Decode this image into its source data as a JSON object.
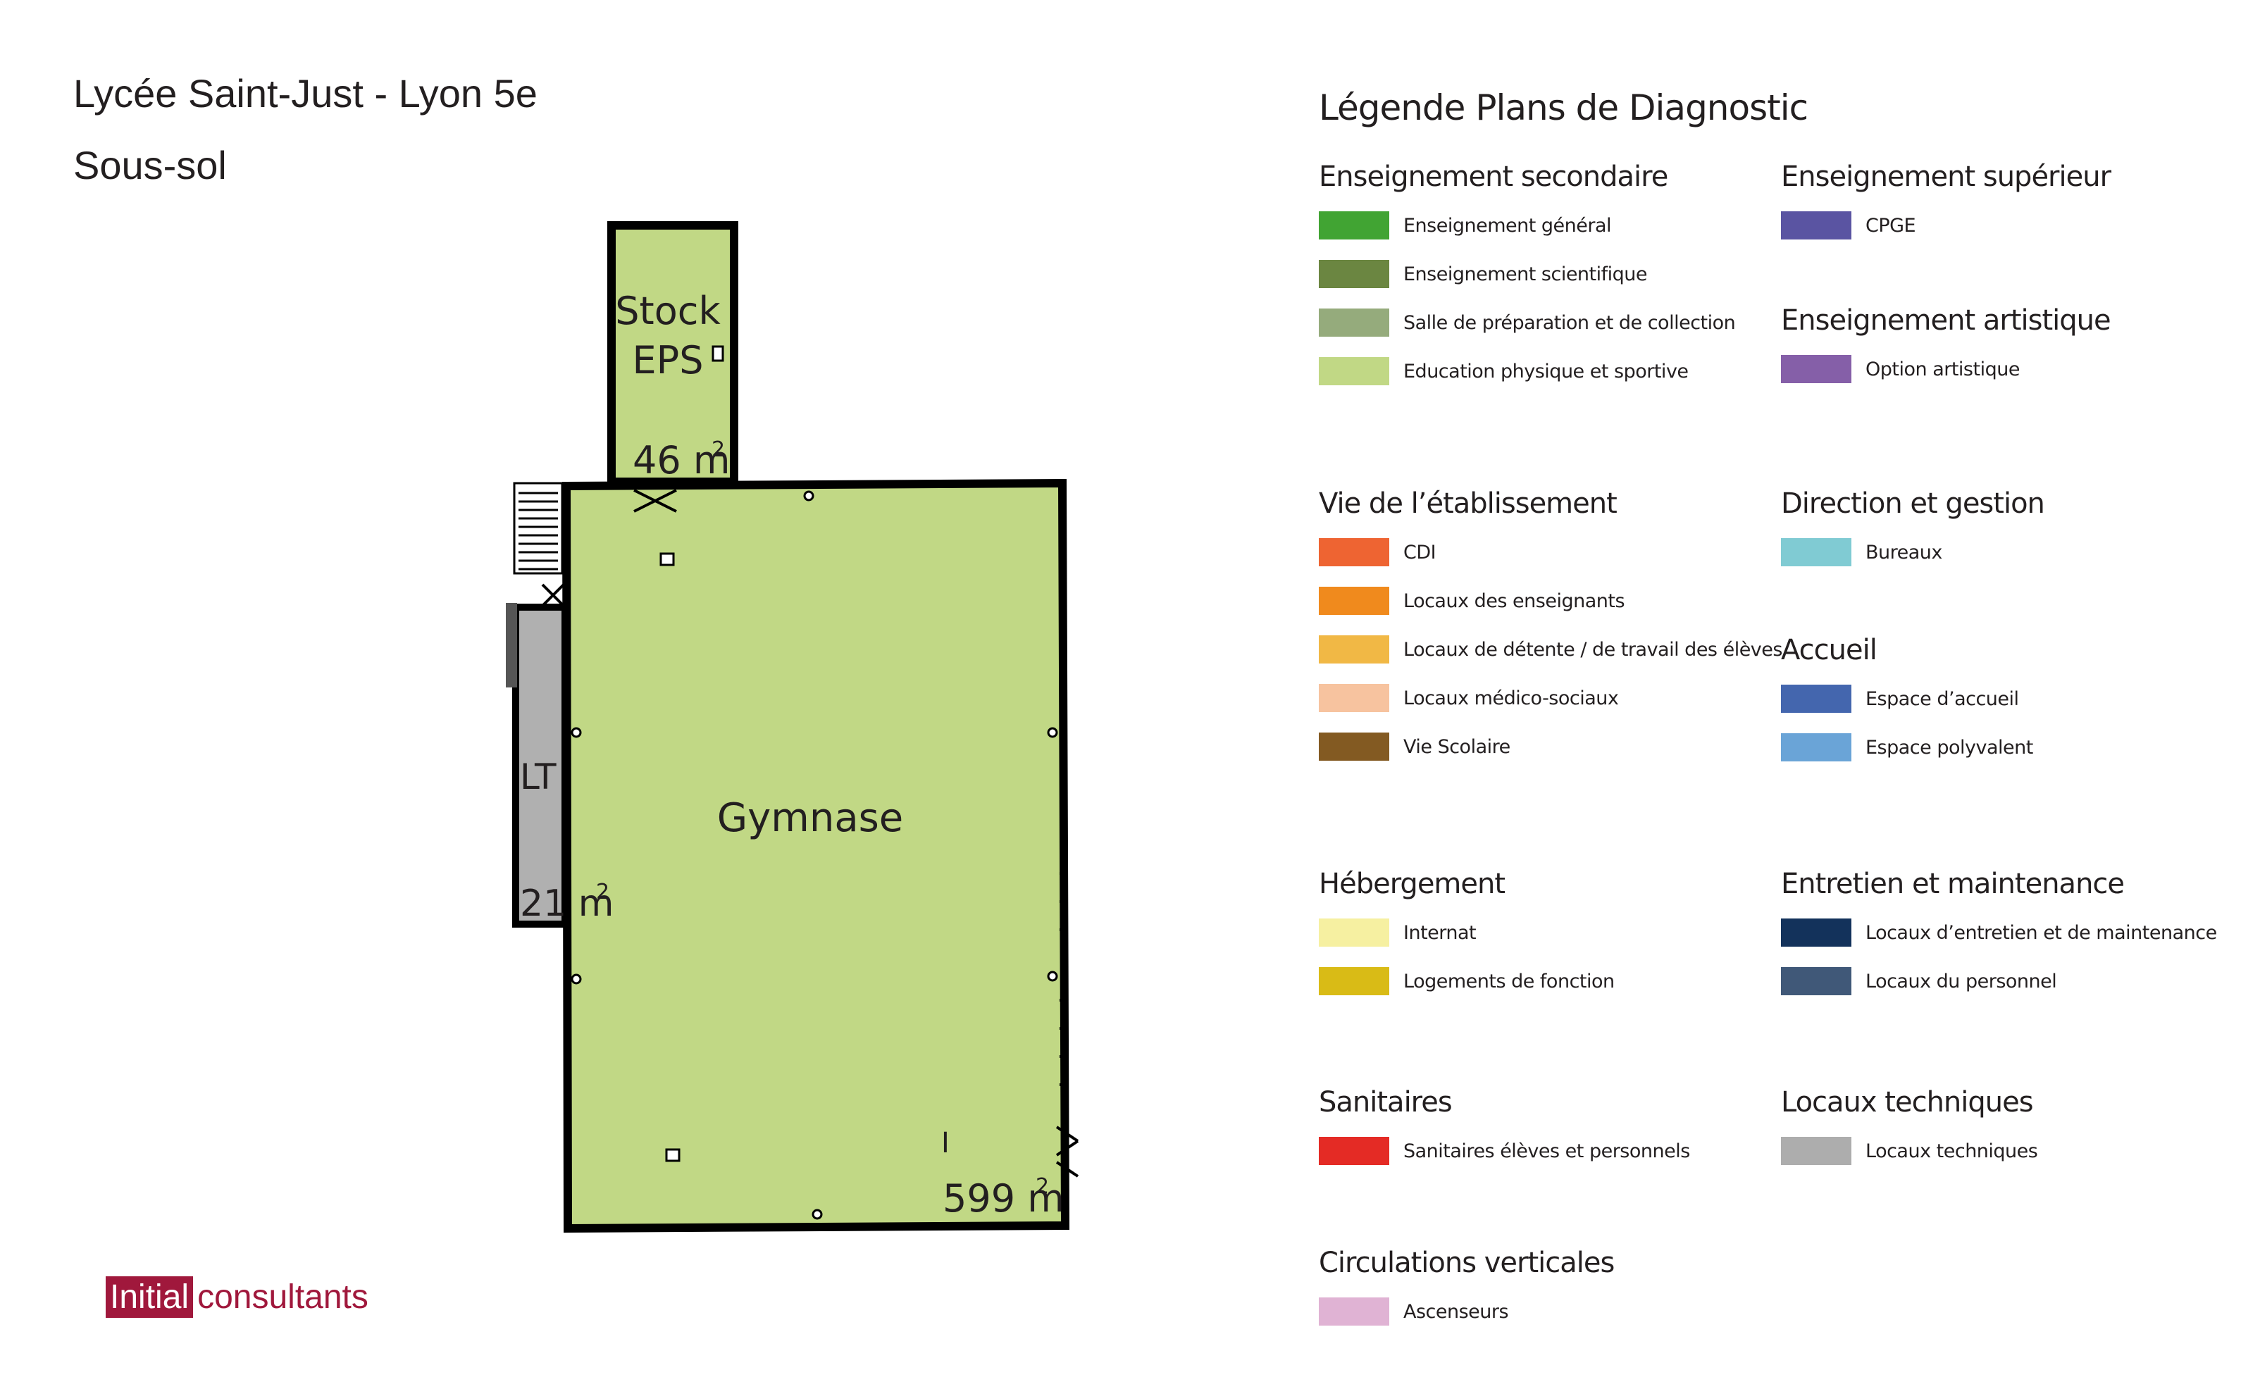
{
  "header": {
    "title": "Lycée Saint-Just - Lyon 5e",
    "subtitle": "Sous-sol"
  },
  "plan": {
    "rooms": [
      {
        "name": "Stock EPS",
        "line1": "Stock",
        "line2": "EPS",
        "area": "46 m",
        "exp": "2",
        "color": "#c1d885"
      },
      {
        "name": "Gymnase",
        "line1": "Gymnase",
        "area": "599 m",
        "exp": "2",
        "color": "#c1d885"
      },
      {
        "name": "LT",
        "line1": "LT",
        "area": "21 m",
        "exp": "2",
        "color": "#b0b0b0"
      }
    ],
    "marker": "I"
  },
  "legend": {
    "title": "Légende Plans de Diagnostic",
    "categories": [
      {
        "title": "Enseignement secondaire",
        "items": [
          {
            "label": "Enseignement général",
            "color": "#41a433"
          },
          {
            "label": "Enseignement scientifique",
            "color": "#6b8641"
          },
          {
            "label": "Salle de préparation et de collection",
            "color": "#95ab7c"
          },
          {
            "label": "Education physique et sportive",
            "color": "#c1d885"
          }
        ]
      },
      {
        "title": "Enseignement supérieur",
        "items": [
          {
            "label": "CPGE",
            "color": "#5a54a2"
          }
        ]
      },
      {
        "title": "Enseignement artistique",
        "items": [
          {
            "label": "Option artistique",
            "color": "#855fa8"
          }
        ]
      },
      {
        "title": "Vie de l’établissement",
        "items": [
          {
            "label": "CDI",
            "color": "#ee6432"
          },
          {
            "label": "Locaux des enseignants",
            "color": "#f08a1d"
          },
          {
            "label": "Locaux de détente / de travail des élèves",
            "color": "#f1b845"
          },
          {
            "label": "Locaux médico-sociaux",
            "color": "#f7c39f"
          },
          {
            "label": "Vie Scolaire",
            "color": "#835a22"
          }
        ]
      },
      {
        "title": "Direction et gestion",
        "items": [
          {
            "label": "Bureaux",
            "color": "#80cbd3"
          }
        ]
      },
      {
        "title": "Accueil",
        "items": [
          {
            "label": "Espace d’accueil",
            "color": "#4466ae"
          },
          {
            "label": "Espace polyvalent",
            "color": "#6aa4d7"
          }
        ]
      },
      {
        "title": "Hébergement",
        "items": [
          {
            "label": "Internat",
            "color": "#f6f0a1"
          },
          {
            "label": "Logements de fonction",
            "color": "#d9bb16"
          }
        ]
      },
      {
        "title": "Entretien et maintenance",
        "items": [
          {
            "label": "Locaux d’entretien et de maintenance",
            "color": "#13325b"
          },
          {
            "label": "Locaux du personnel",
            "color": "#405878"
          }
        ]
      },
      {
        "title": "Sanitaires",
        "items": [
          {
            "label": "Sanitaires élèves et personnels",
            "color": "#e42b25"
          }
        ]
      },
      {
        "title": "Locaux techniques",
        "items": [
          {
            "label": "Locaux techniques",
            "color": "#adadad"
          }
        ]
      },
      {
        "title": "Circulations verticales",
        "items": [
          {
            "label": "Ascenseurs",
            "color": "#e0b3d4"
          }
        ]
      }
    ]
  },
  "logo": {
    "part1": "Initial",
    "part2": "consultants",
    "color": "#a0183c"
  }
}
